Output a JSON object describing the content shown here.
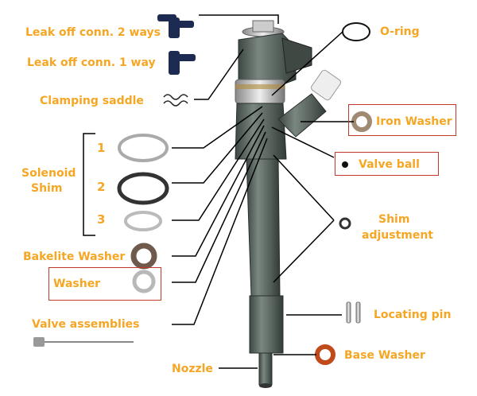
{
  "labels": {
    "leak_off_2": "Leak off conn. 2 ways",
    "leak_off_1": "Leak off conn. 1 way",
    "clamping_saddle": "Clamping saddle",
    "solenoid_shim_line1": "Solenoid",
    "solenoid_shim_line2": "Shim",
    "shim_1": "1",
    "shim_2": "2",
    "shim_3": "3",
    "bakelite_washer": "Bakelite Washer",
    "washer": "Washer",
    "valve_assemblies": "Valve assemblies",
    "nozzle": "Nozzle",
    "o_ring": "O-ring",
    "iron_washer": "Iron Washer",
    "valve_ball": "Valve ball",
    "shim_adjustment_line1": "Shim",
    "shim_adjustment_line2": "adjustment",
    "locating_pin": "Locating pin",
    "base_washer": "Base Washer"
  },
  "colors": {
    "label_text": "#F5A623",
    "highlight_box": "#C0392B",
    "leader_line": "#000000",
    "injector_body": "#5E6A63"
  }
}
